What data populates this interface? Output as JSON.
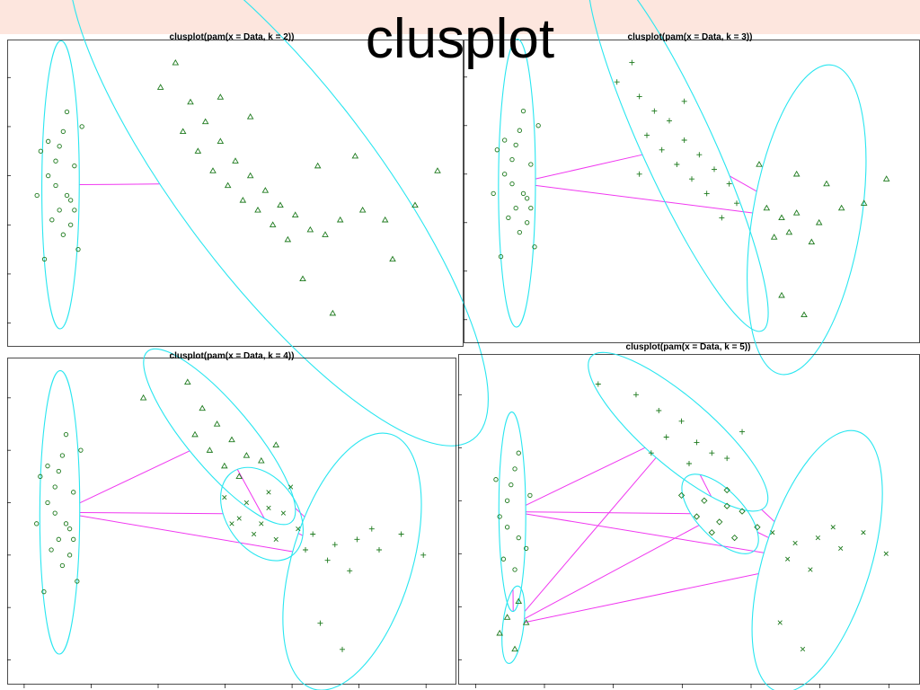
{
  "page": {
    "title": "clusplot"
  },
  "colors": {
    "ellipse": "#29e6f0",
    "link": "#f038f0",
    "point": "#1d7a1d",
    "frame": "#000000",
    "title_band": "#fde6de"
  },
  "chart_data": [
    {
      "type": "scatter",
      "title": "clusplot(pam(x = Data, k = 2))",
      "xlabel": "",
      "ylabel": "",
      "grid": false,
      "clusters": [
        {
          "marker": "circle",
          "points": [
            [
              -3.05,
              1.6
            ],
            [
              -3.1,
              1.2
            ],
            [
              -3.15,
              0.9
            ],
            [
              -3.2,
              0.6
            ],
            [
              -3.3,
              0.3
            ],
            [
              -3.2,
              0.1
            ],
            [
              -3.05,
              -0.1
            ],
            [
              -2.95,
              -0.4
            ],
            [
              -3.25,
              -0.6
            ],
            [
              -3.1,
              -0.9
            ],
            [
              -2.9,
              -1.2
            ],
            [
              -3.35,
              -1.4
            ],
            [
              -3.0,
              -0.2
            ],
            [
              -3.4,
              0.8
            ],
            [
              -2.85,
              1.3
            ],
            [
              -3.15,
              -0.4
            ],
            [
              -3.45,
              -0.1
            ],
            [
              -2.95,
              0.5
            ],
            [
              -3.3,
              1.0
            ],
            [
              -3.0,
              -0.7
            ]
          ]
        },
        {
          "marker": "triangle",
          "points": [
            [
              -1.6,
              2.6
            ],
            [
              -1.8,
              2.1
            ],
            [
              -1.4,
              1.8
            ],
            [
              -1.2,
              1.4
            ],
            [
              -1.5,
              1.2
            ],
            [
              -1.0,
              1.0
            ],
            [
              -1.3,
              0.8
            ],
            [
              -0.8,
              0.6
            ],
            [
              -1.1,
              0.4
            ],
            [
              -0.6,
              0.3
            ],
            [
              -0.9,
              0.1
            ],
            [
              -0.4,
              0.0
            ],
            [
              -0.7,
              -0.2
            ],
            [
              -0.2,
              -0.3
            ],
            [
              -0.5,
              -0.4
            ],
            [
              0.0,
              -0.5
            ],
            [
              -0.3,
              -0.7
            ],
            [
              0.2,
              -0.8
            ],
            [
              -0.1,
              -1.0
            ],
            [
              0.4,
              -0.9
            ],
            [
              0.6,
              -0.6
            ],
            [
              0.9,
              -0.4
            ],
            [
              1.2,
              -0.6
            ],
            [
              1.6,
              -0.3
            ],
            [
              0.3,
              0.5
            ],
            [
              -0.6,
              1.5
            ],
            [
              -1.0,
              1.9
            ],
            [
              0.1,
              -1.8
            ],
            [
              0.5,
              -2.5
            ],
            [
              1.3,
              -1.4
            ],
            [
              1.9,
              0.4
            ],
            [
              0.8,
              0.7
            ]
          ]
        }
      ]
    },
    {
      "type": "scatter",
      "title": "clusplot(pam(x = Data, k = 3))",
      "xlabel": "",
      "ylabel": "",
      "grid": false,
      "clusters": [
        {
          "marker": "circle",
          "points": [
            [
              -3.05,
              1.6
            ],
            [
              -3.1,
              1.2
            ],
            [
              -3.15,
              0.9
            ],
            [
              -3.2,
              0.6
            ],
            [
              -3.3,
              0.3
            ],
            [
              -3.2,
              0.1
            ],
            [
              -3.05,
              -0.1
            ],
            [
              -2.95,
              -0.4
            ],
            [
              -3.25,
              -0.6
            ],
            [
              -3.1,
              -0.9
            ],
            [
              -2.9,
              -1.2
            ],
            [
              -3.35,
              -1.4
            ],
            [
              -3.0,
              -0.2
            ],
            [
              -3.4,
              0.8
            ],
            [
              -2.85,
              1.3
            ],
            [
              -3.15,
              -0.4
            ],
            [
              -3.45,
              -0.1
            ],
            [
              -2.95,
              0.5
            ],
            [
              -3.3,
              1.0
            ],
            [
              -3.0,
              -0.7
            ]
          ]
        },
        {
          "marker": "plus",
          "points": [
            [
              -1.6,
              2.6
            ],
            [
              -1.8,
              2.2
            ],
            [
              -1.5,
              1.9
            ],
            [
              -1.3,
              1.6
            ],
            [
              -1.1,
              1.4
            ],
            [
              -1.4,
              1.1
            ],
            [
              -0.9,
              1.0
            ],
            [
              -1.2,
              0.8
            ],
            [
              -0.7,
              0.7
            ],
            [
              -1.0,
              0.5
            ],
            [
              -0.5,
              0.4
            ],
            [
              -0.8,
              0.2
            ],
            [
              -0.3,
              0.1
            ],
            [
              -0.6,
              -0.1
            ],
            [
              -0.2,
              -0.3
            ],
            [
              -0.4,
              -0.6
            ],
            [
              -1.5,
              0.3
            ],
            [
              -0.9,
              1.8
            ]
          ]
        },
        {
          "marker": "triangle",
          "points": [
            [
              0.2,
              -0.4
            ],
            [
              0.4,
              -0.6
            ],
            [
              0.6,
              -0.5
            ],
            [
              0.9,
              -0.7
            ],
            [
              1.2,
              -0.4
            ],
            [
              0.5,
              -0.9
            ],
            [
              0.8,
              -1.1
            ],
            [
              0.3,
              -1.0
            ],
            [
              1.5,
              -0.3
            ],
            [
              1.8,
              0.2
            ],
            [
              0.1,
              0.5
            ],
            [
              0.6,
              0.3
            ],
            [
              1.0,
              0.1
            ],
            [
              0.4,
              -2.2
            ],
            [
              0.7,
              -2.6
            ]
          ]
        }
      ]
    },
    {
      "type": "scatter",
      "title": "clusplot(pam(x = Data, k = 4))",
      "xlabel": "",
      "ylabel": "",
      "grid": false,
      "clusters": [
        {
          "marker": "circle",
          "points": [
            [
              -3.05,
              1.6
            ],
            [
              -3.1,
              1.2
            ],
            [
              -3.15,
              0.9
            ],
            [
              -3.2,
              0.6
            ],
            [
              -3.3,
              0.3
            ],
            [
              -3.2,
              0.1
            ],
            [
              -3.05,
              -0.1
            ],
            [
              -2.95,
              -0.4
            ],
            [
              -3.25,
              -0.6
            ],
            [
              -3.1,
              -0.9
            ],
            [
              -2.9,
              -1.2
            ],
            [
              -3.35,
              -1.4
            ],
            [
              -3.0,
              -0.2
            ],
            [
              -3.4,
              0.8
            ],
            [
              -2.85,
              1.3
            ],
            [
              -3.15,
              -0.4
            ],
            [
              -3.45,
              -0.1
            ],
            [
              -2.95,
              0.5
            ],
            [
              -3.3,
              1.0
            ],
            [
              -3.0,
              -0.7
            ]
          ]
        },
        {
          "marker": "triangle",
          "points": [
            [
              -2.0,
              2.3
            ],
            [
              -1.4,
              2.6
            ],
            [
              -1.2,
              2.1
            ],
            [
              -1.0,
              1.8
            ],
            [
              -0.8,
              1.5
            ],
            [
              -1.1,
              1.3
            ],
            [
              -0.6,
              1.2
            ],
            [
              -0.9,
              1.0
            ],
            [
              -0.4,
              1.1
            ],
            [
              -0.7,
              0.8
            ],
            [
              -1.3,
              1.6
            ],
            [
              -0.2,
              1.4
            ]
          ]
        },
        {
          "marker": "x",
          "points": [
            [
              -0.9,
              0.4
            ],
            [
              -0.6,
              0.3
            ],
            [
              -0.3,
              0.2
            ],
            [
              -0.7,
              0.0
            ],
            [
              -0.4,
              -0.1
            ],
            [
              -0.1,
              0.1
            ],
            [
              -0.5,
              -0.3
            ],
            [
              -0.2,
              -0.4
            ],
            [
              0.1,
              -0.2
            ],
            [
              -0.3,
              0.5
            ],
            [
              0.0,
              0.6
            ],
            [
              -0.8,
              -0.1
            ]
          ]
        },
        {
          "marker": "plus",
          "points": [
            [
              0.3,
              -0.3
            ],
            [
              0.6,
              -0.5
            ],
            [
              0.9,
              -0.4
            ],
            [
              1.2,
              -0.6
            ],
            [
              0.5,
              -0.8
            ],
            [
              0.8,
              -1.0
            ],
            [
              1.5,
              -0.3
            ],
            [
              1.8,
              -0.7
            ],
            [
              0.4,
              -2.0
            ],
            [
              0.7,
              -2.5
            ],
            [
              1.1,
              -0.2
            ],
            [
              0.2,
              -0.6
            ]
          ]
        }
      ]
    },
    {
      "type": "scatter",
      "title": "clusplot(pam(x = Data, k = 5))",
      "xlabel": "",
      "ylabel": "",
      "grid": false,
      "clusters": [
        {
          "marker": "circle",
          "points": [
            [
              -3.05,
              1.2
            ],
            [
              -3.1,
              0.9
            ],
            [
              -3.15,
              0.6
            ],
            [
              -3.2,
              0.3
            ],
            [
              -3.3,
              0.0
            ],
            [
              -3.2,
              -0.2
            ],
            [
              -3.05,
              -0.4
            ],
            [
              -2.95,
              -0.6
            ],
            [
              -3.25,
              -0.8
            ],
            [
              -3.1,
              -1.0
            ],
            [
              -3.35,
              0.7
            ],
            [
              -2.9,
              0.4
            ]
          ]
        },
        {
          "marker": "triangle",
          "points": [
            [
              -3.05,
              -1.6
            ],
            [
              -3.2,
              -1.9
            ],
            [
              -3.3,
              -2.2
            ],
            [
              -2.95,
              -2.0
            ],
            [
              -3.1,
              -2.5
            ]
          ]
        },
        {
          "marker": "plus",
          "points": [
            [
              -2.0,
              2.5
            ],
            [
              -1.5,
              2.3
            ],
            [
              -1.2,
              2.0
            ],
            [
              -0.9,
              1.8
            ],
            [
              -1.1,
              1.5
            ],
            [
              -0.7,
              1.4
            ],
            [
              -0.5,
              1.2
            ],
            [
              -0.8,
              1.0
            ],
            [
              -0.3,
              1.1
            ],
            [
              -1.3,
              1.2
            ],
            [
              -0.1,
              1.6
            ]
          ]
        },
        {
          "marker": "diamond",
          "points": [
            [
              -0.9,
              0.4
            ],
            [
              -0.6,
              0.3
            ],
            [
              -0.3,
              0.2
            ],
            [
              -0.7,
              0.0
            ],
            [
              -0.4,
              -0.1
            ],
            [
              -0.1,
              0.1
            ],
            [
              -0.5,
              -0.3
            ],
            [
              -0.2,
              -0.4
            ],
            [
              0.1,
              -0.2
            ],
            [
              -0.3,
              0.5
            ]
          ]
        },
        {
          "marker": "x",
          "points": [
            [
              0.3,
              -0.3
            ],
            [
              0.6,
              -0.5
            ],
            [
              0.9,
              -0.4
            ],
            [
              1.2,
              -0.6
            ],
            [
              0.5,
              -0.8
            ],
            [
              0.8,
              -1.0
            ],
            [
              1.5,
              -0.3
            ],
            [
              1.8,
              -0.7
            ],
            [
              0.4,
              -2.0
            ],
            [
              0.7,
              -2.5
            ],
            [
              1.1,
              -0.2
            ]
          ]
        }
      ]
    }
  ]
}
